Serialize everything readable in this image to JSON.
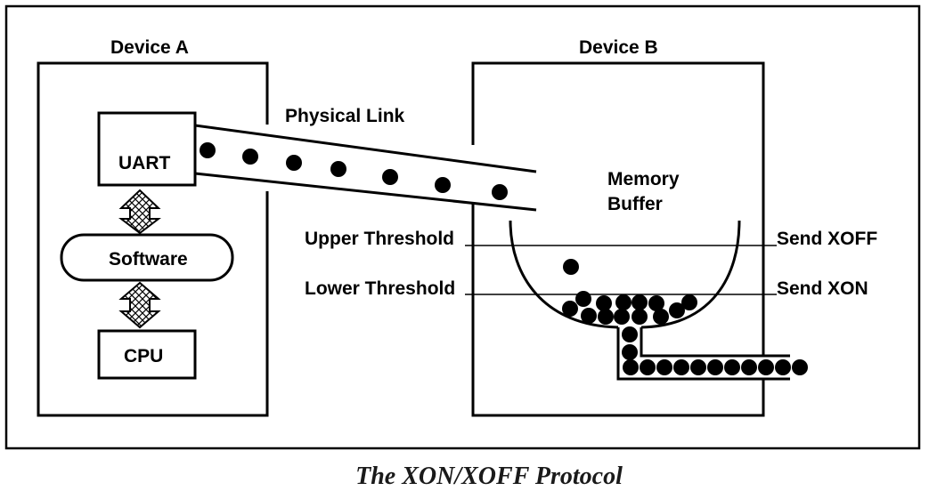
{
  "device_a": {
    "title": "Device A",
    "uart": "UART",
    "software": "Software",
    "cpu": "CPU"
  },
  "device_b": {
    "title": "Device B",
    "buffer": [
      "Memory",
      "Buffer"
    ]
  },
  "link_label": "Physical Link",
  "thresholds": {
    "upper": "Upper Threshold",
    "lower": "Lower Threshold",
    "upper_action": "Send XOFF",
    "lower_action": "Send XON"
  },
  "caption": "The XON/XOFF Protocol"
}
